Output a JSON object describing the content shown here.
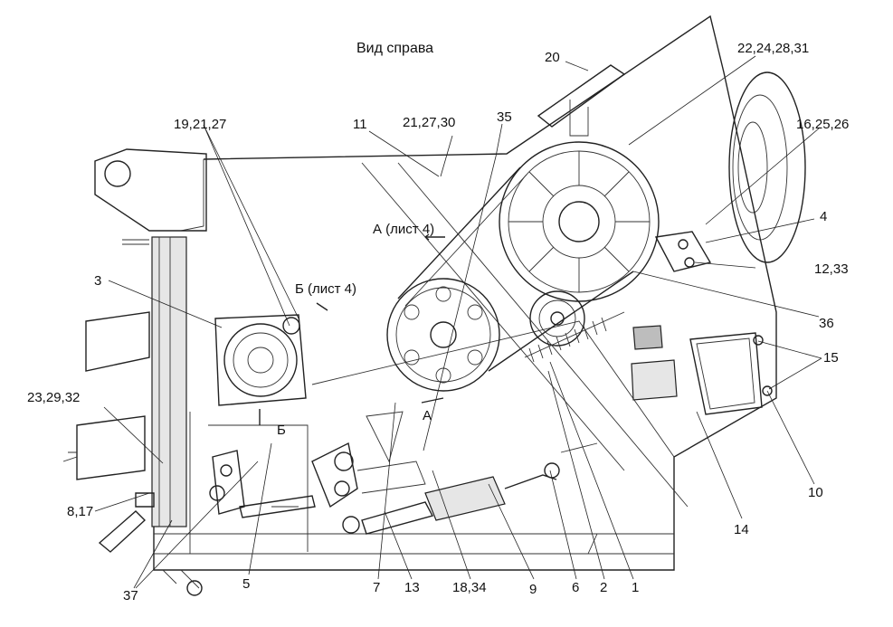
{
  "title": "Вид справа",
  "section_labels": {
    "a_sheet": "А (лист 4)",
    "b_sheet": "Б (лист 4)",
    "a_mark": "А",
    "b_mark": "Б"
  },
  "callouts": {
    "c20": "20",
    "c22": "22,24,28,31",
    "c16": "16,25,26",
    "c4": "4",
    "c12": "12,33",
    "c36": "36",
    "c15": "15",
    "c10": "10",
    "c14": "14",
    "c1": "1",
    "c2": "2",
    "c6": "6",
    "c9": "9",
    "c18": "18,34",
    "c13": "13",
    "c7": "7",
    "c5": "5",
    "c37": "37",
    "c8": "8,17",
    "c23": "23,29,32",
    "c3": "3",
    "c19": "19,21,27",
    "c11": "11",
    "c21": "21,27,30",
    "c35": "35"
  }
}
